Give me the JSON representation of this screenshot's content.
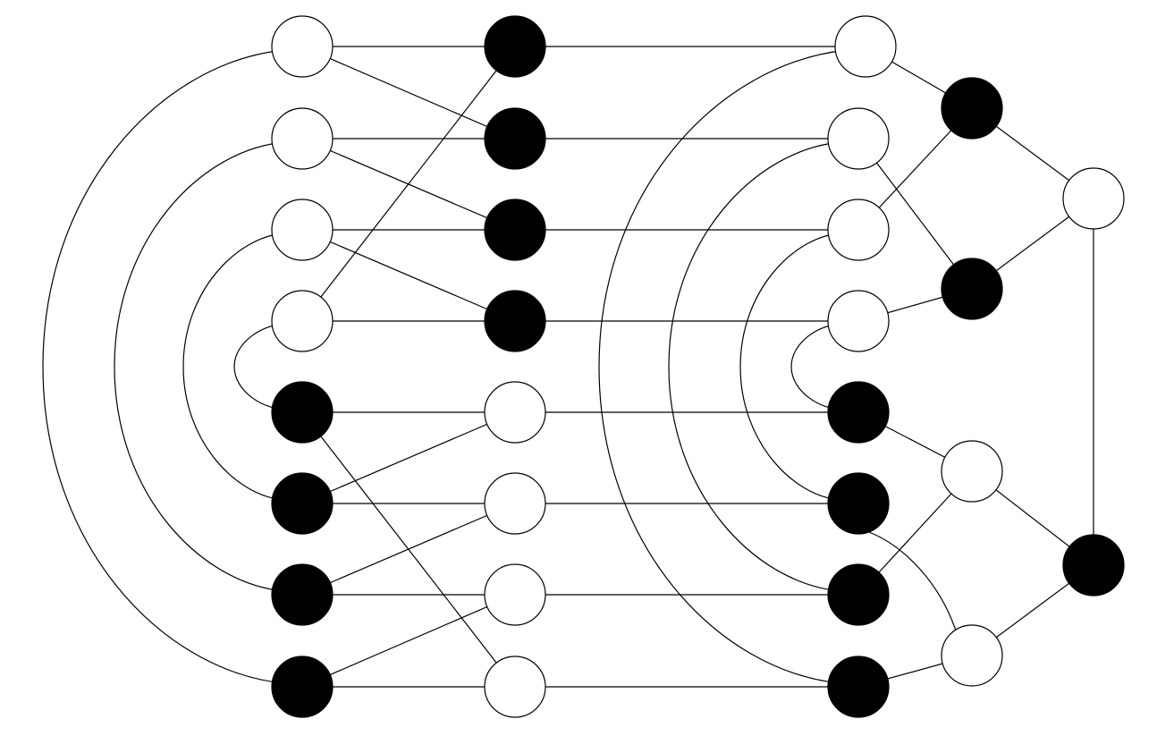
{
  "colors": {
    "filled": "#000000",
    "empty": "#ffffff",
    "stroke": "#000000",
    "background": "#ffffff"
  },
  "nodes": [
    {
      "id": "a0",
      "fill": "empty"
    },
    {
      "id": "a1",
      "fill": "empty"
    },
    {
      "id": "a2",
      "fill": "empty"
    },
    {
      "id": "a3",
      "fill": "empty"
    },
    {
      "id": "a4",
      "fill": "filled"
    },
    {
      "id": "a5",
      "fill": "filled"
    },
    {
      "id": "a6",
      "fill": "filled"
    },
    {
      "id": "a7",
      "fill": "filled"
    },
    {
      "id": "b0",
      "fill": "filled"
    },
    {
      "id": "b1",
      "fill": "filled"
    },
    {
      "id": "b2",
      "fill": "filled"
    },
    {
      "id": "b3",
      "fill": "filled"
    },
    {
      "id": "b4",
      "fill": "empty"
    },
    {
      "id": "b5",
      "fill": "empty"
    },
    {
      "id": "b6",
      "fill": "empty"
    },
    {
      "id": "b7",
      "fill": "empty"
    },
    {
      "id": "c0",
      "fill": "empty"
    },
    {
      "id": "c1",
      "fill": "empty"
    },
    {
      "id": "c2",
      "fill": "empty"
    },
    {
      "id": "c3",
      "fill": "empty"
    },
    {
      "id": "c4",
      "fill": "filled"
    },
    {
      "id": "c5",
      "fill": "filled"
    },
    {
      "id": "c6",
      "fill": "filled"
    },
    {
      "id": "c7",
      "fill": "filled"
    },
    {
      "id": "r0",
      "fill": "filled"
    },
    {
      "id": "r1",
      "fill": "empty"
    },
    {
      "id": "r2",
      "fill": "filled"
    },
    {
      "id": "r3",
      "fill": "empty"
    },
    {
      "id": "r4",
      "fill": "filled"
    },
    {
      "id": "r5",
      "fill": "empty"
    }
  ],
  "edges": [
    [
      "a0",
      "b0"
    ],
    [
      "a0",
      "b1"
    ],
    [
      "a1",
      "b1"
    ],
    [
      "a1",
      "b2"
    ],
    [
      "a2",
      "b2"
    ],
    [
      "a2",
      "b3"
    ],
    [
      "a3",
      "b3"
    ],
    [
      "a3",
      "b0"
    ],
    [
      "a4",
      "b4"
    ],
    [
      "a4",
      "b7"
    ],
    [
      "a5",
      "b4"
    ],
    [
      "a5",
      "b5"
    ],
    [
      "a6",
      "b5"
    ],
    [
      "a6",
      "b6"
    ],
    [
      "a7",
      "b6"
    ],
    [
      "a7",
      "b7"
    ],
    [
      "a0",
      "a7"
    ],
    [
      "a1",
      "a6"
    ],
    [
      "a2",
      "a5"
    ],
    [
      "a3",
      "a4"
    ],
    [
      "b0",
      "c0"
    ],
    [
      "b1",
      "c1"
    ],
    [
      "b2",
      "c2"
    ],
    [
      "b3",
      "c3"
    ],
    [
      "b4",
      "c4"
    ],
    [
      "b5",
      "c5"
    ],
    [
      "b6",
      "c6"
    ],
    [
      "b7",
      "c7"
    ],
    [
      "c0",
      "c7"
    ],
    [
      "c1",
      "c6"
    ],
    [
      "c2",
      "c5"
    ],
    [
      "c3",
      "c4"
    ],
    [
      "c0",
      "r0"
    ],
    [
      "r0",
      "r1"
    ],
    [
      "r1",
      "r2"
    ],
    [
      "r2",
      "c3"
    ],
    [
      "c1",
      "r2"
    ],
    [
      "c2",
      "r0"
    ],
    [
      "c4",
      "r3"
    ],
    [
      "r3",
      "c6"
    ],
    [
      "r3",
      "r4"
    ],
    [
      "r4",
      "r5"
    ],
    [
      "r5",
      "c7"
    ],
    [
      "c5",
      "r5"
    ],
    [
      "r1",
      "r4"
    ]
  ]
}
